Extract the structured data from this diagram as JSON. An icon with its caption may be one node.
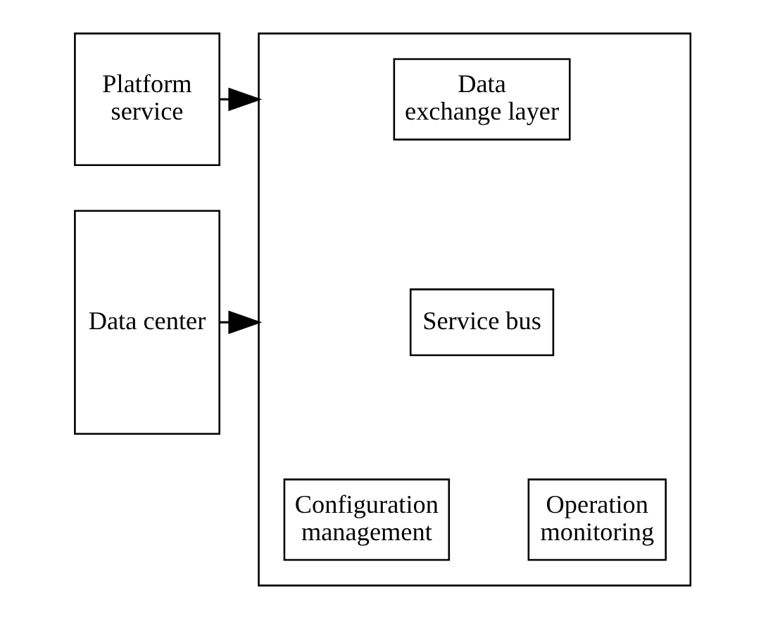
{
  "diagram": {
    "nodes": [
      {
        "text": [
          "Platform service"
        ]
      },
      {
        "text": [
          "Data center"
        ]
      },
      {
        "text": [],
        "shape": "box"
      },
      {
        "text": [
          "Data exchange layer"
        ],
        "in": 2
      },
      {
        "text": [
          "Service bus"
        ],
        "in": 2
      },
      {
        "text": [
          "Configuration management"
        ],
        "in": 2
      },
      {
        "text": [
          "Operation monitoring"
        ],
        "in": 2
      }
    ],
    "edges": [
      {
        "from": 0,
        "to": 2,
        "arrow": "to"
      },
      {
        "from": 1,
        "to": 2,
        "arrow": "to"
      }
    ]
  }
}
